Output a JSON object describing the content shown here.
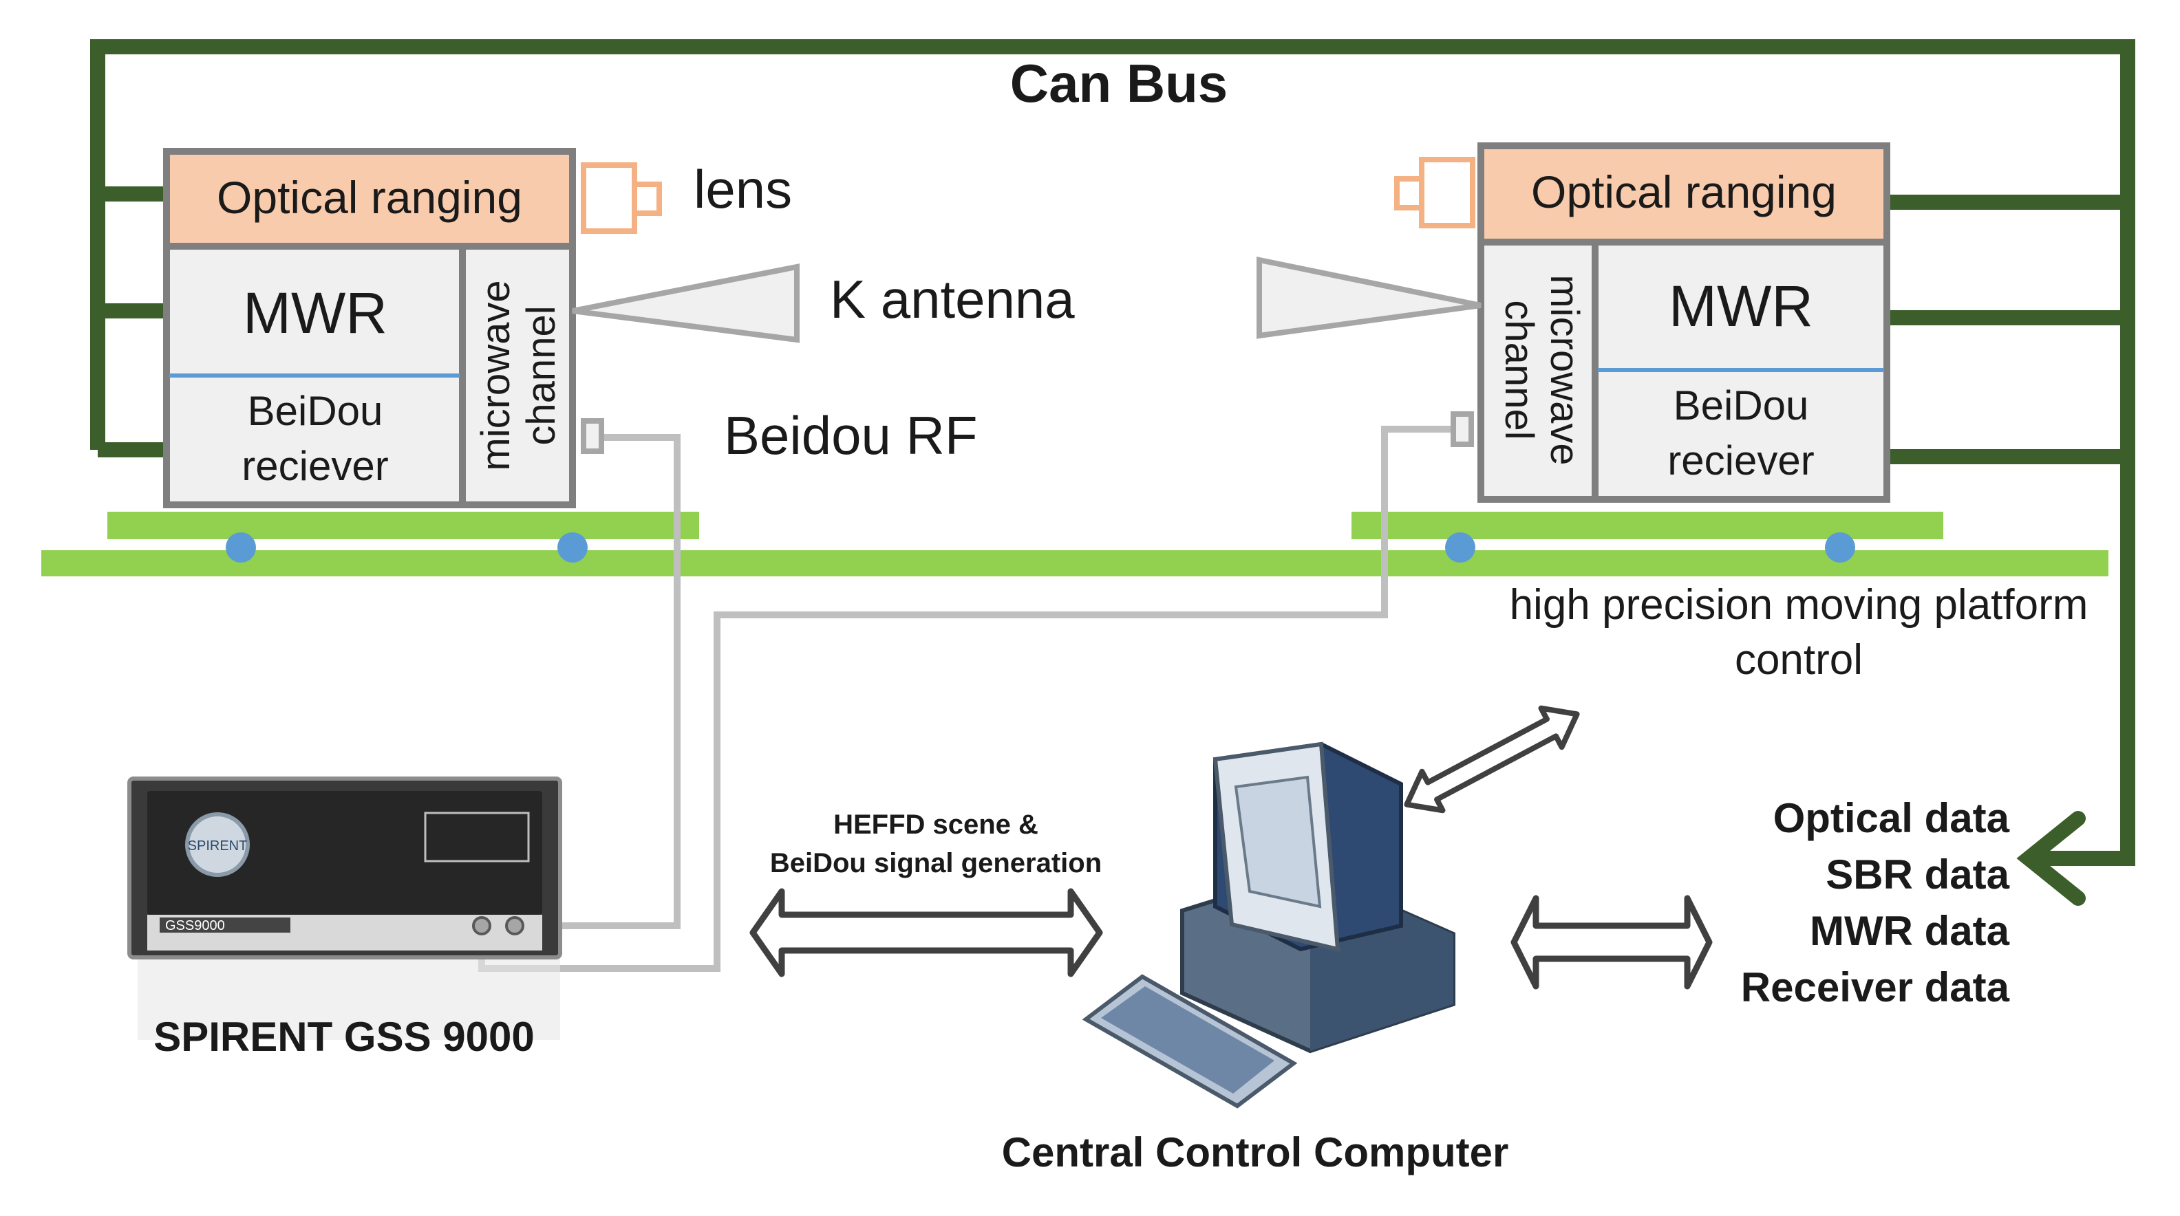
{
  "bus_label": "Can Bus",
  "left_unit": {
    "optical_ranging": "Optical ranging",
    "lens": "lens",
    "mwr": "MWR",
    "receiver_line1": "BeiDou",
    "receiver_line2": "reciever",
    "channel_line1": "microwave",
    "channel_line2": "channel"
  },
  "right_unit": {
    "optical_ranging": "Optical ranging",
    "mwr": "MWR",
    "receiver_line1": "BeiDou",
    "receiver_line2": "reciever",
    "channel_line1": "microwave",
    "channel_line2": "channel"
  },
  "k_antenna": "K antenna",
  "beidou_rf": "Beidou RF",
  "platform_control_line1": "high precision moving platform",
  "platform_control_line2": "control",
  "generator": {
    "label": "SPIRENT GSS 9000",
    "logo_text": "SPIRENT",
    "model_plate": "GSS9000"
  },
  "scene_line1": "HEFFD scene &",
  "scene_line2": "BeiDou signal generation",
  "computer_label": "Central Control Computer",
  "data_outputs": [
    "Optical data",
    "SBR data",
    "MWR data",
    "Receiver data"
  ],
  "colors": {
    "can_bus": "#3c5e2a",
    "optical_fill": "#f8cbad",
    "optical_lens": "#f4b183",
    "unit_border": "#7f7f7f",
    "unit_fill": "#f0f0f0",
    "divider_blue": "#5b9bd5",
    "platform_green": "#92d050",
    "joint_blue": "#5b9bd5",
    "rf_cable": "#bfbfbf",
    "arrow": "#404040"
  }
}
